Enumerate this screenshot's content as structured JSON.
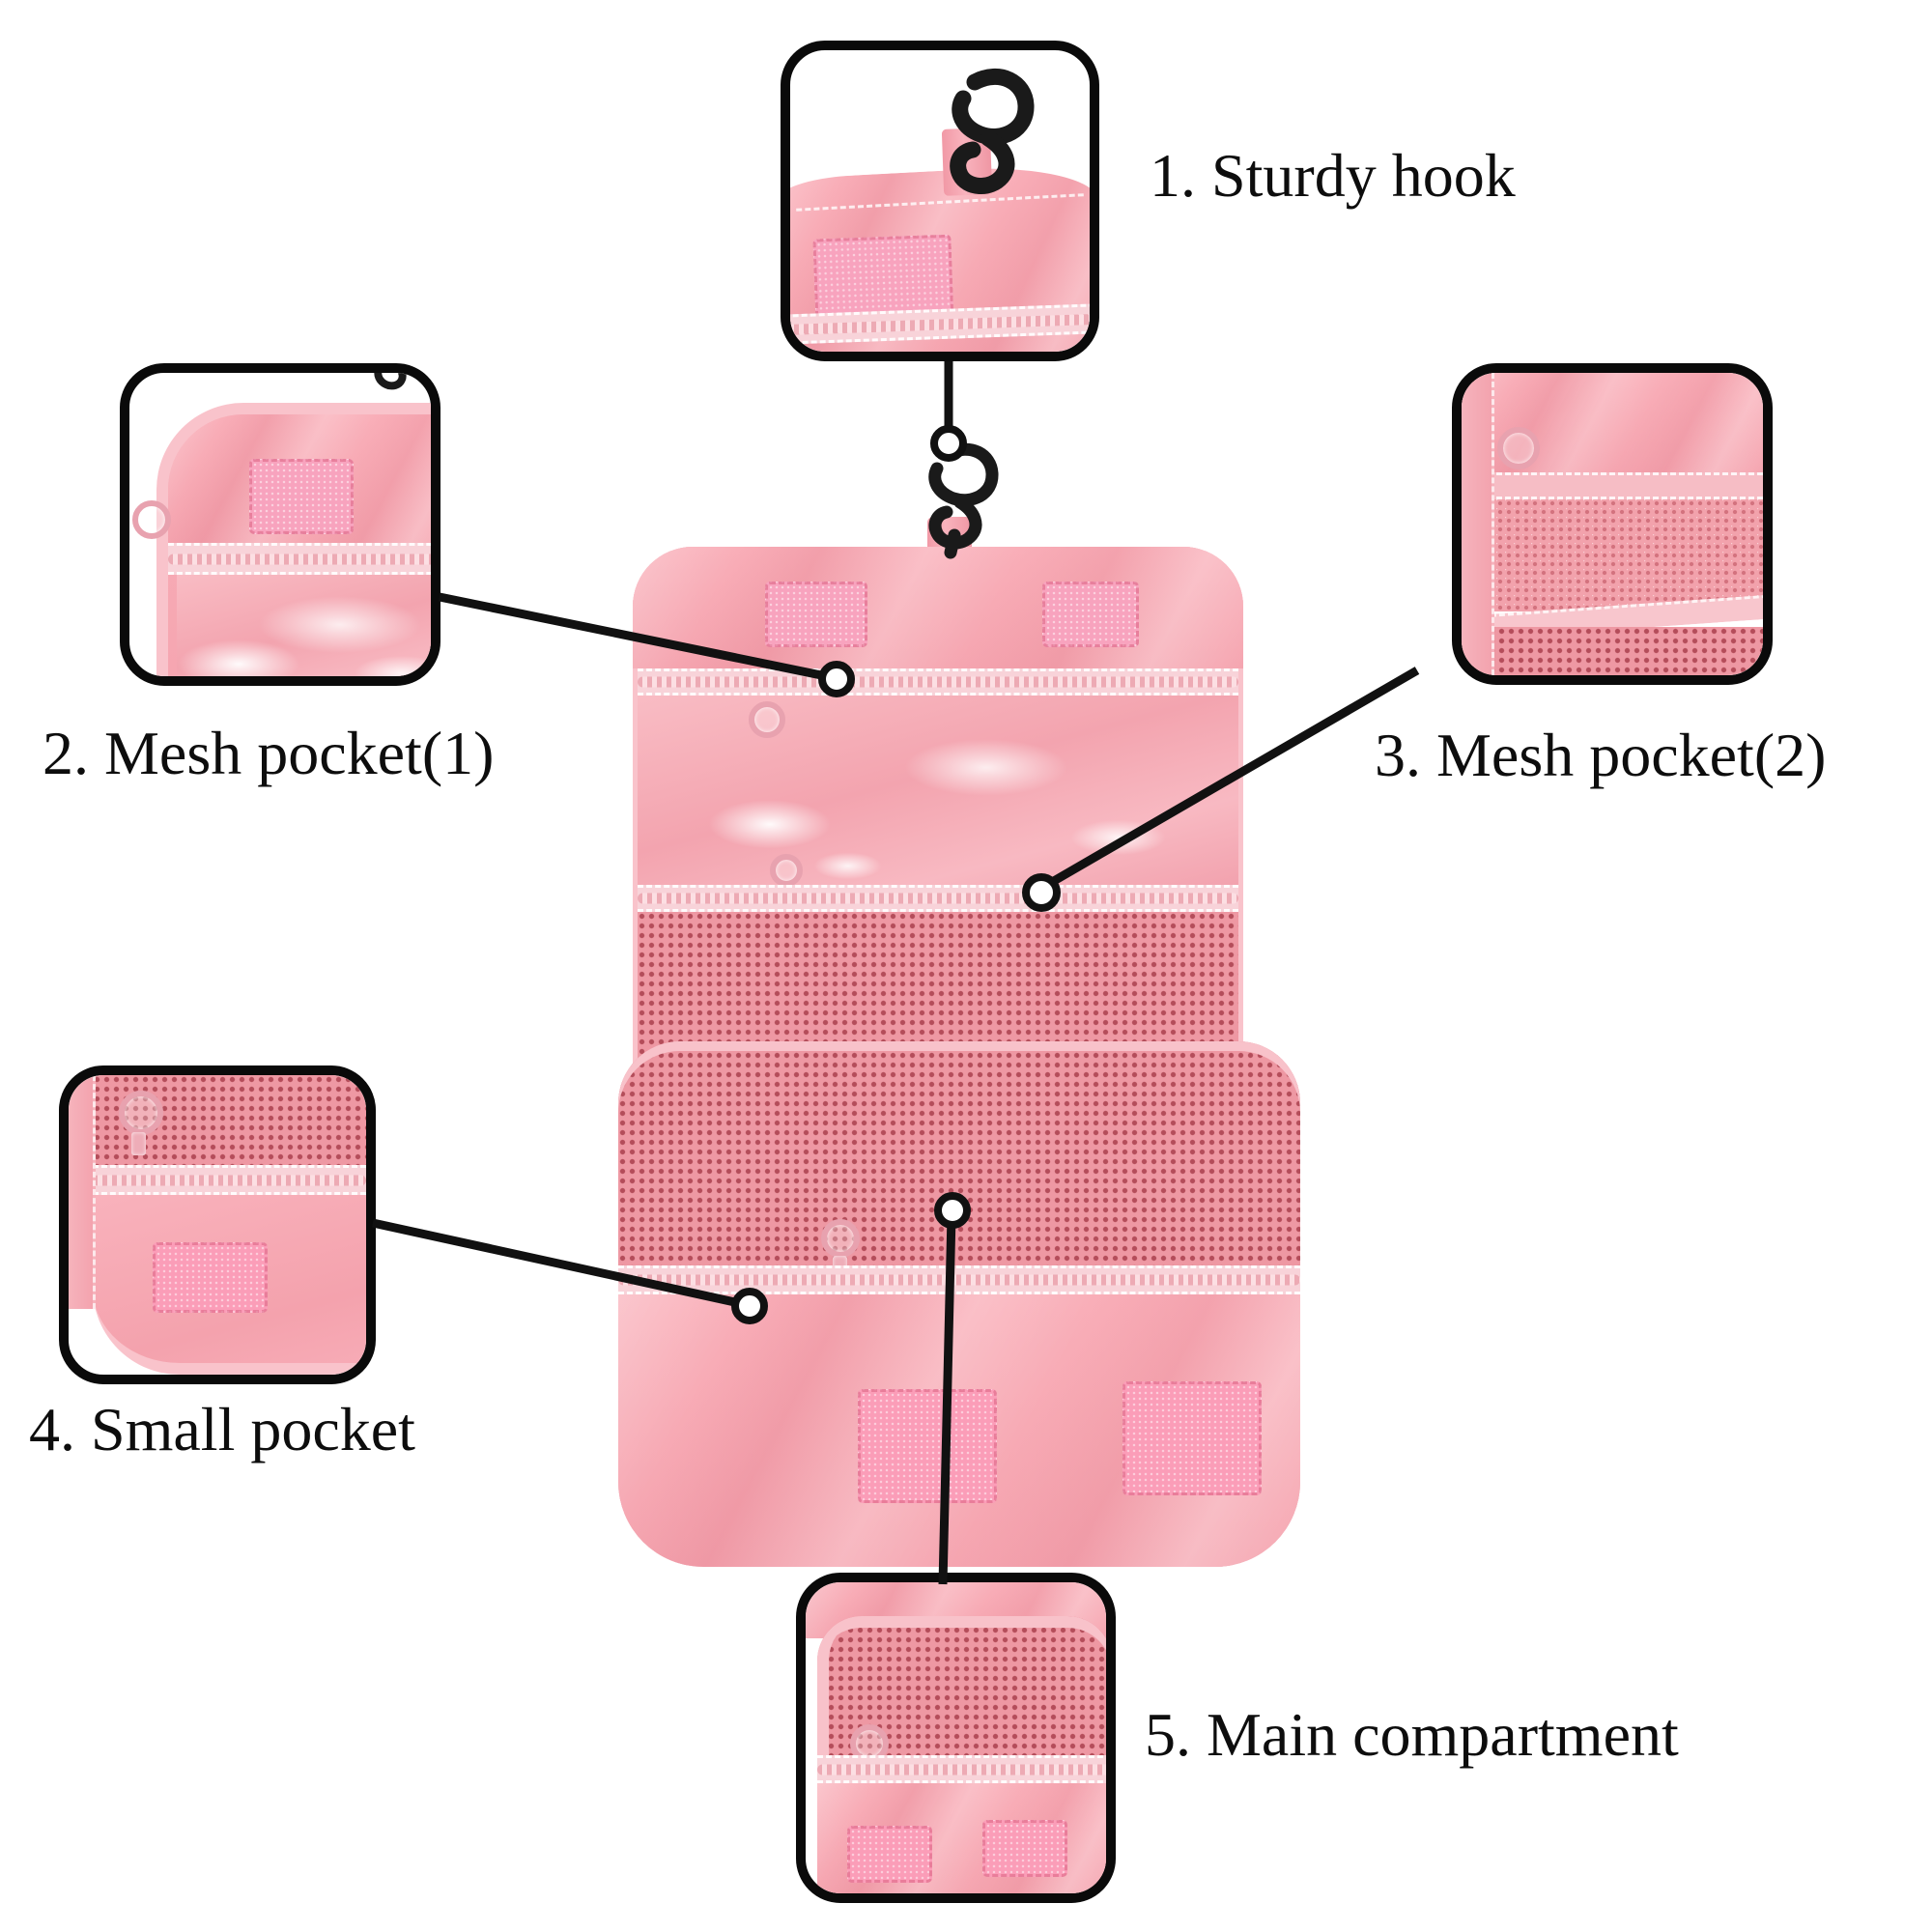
{
  "diagram": {
    "kind": "product-feature-callout-diagram",
    "product": "Pink hanging travel toiletry organizer bag, shown open"
  },
  "callouts": [
    {
      "number": "1",
      "label": "1. Sturdy hook"
    },
    {
      "number": "2",
      "label": "2. Mesh pocket(1)"
    },
    {
      "number": "3",
      "label": "3. Mesh pocket(2)"
    },
    {
      "number": "4",
      "label": "4. Small pocket"
    },
    {
      "number": "5",
      "label": "5. Main compartment"
    }
  ],
  "colors": {
    "background": "#ffffff",
    "callout_line": "#111111",
    "box_border": "#0a0a0a",
    "label_text": "#0d0d0d",
    "bag_pink": "#f7a7b2",
    "bag_pink_dark": "#ee93a0",
    "bag_pink_light": "#f9c3cb",
    "velcro_pink": "#f8a3be",
    "velcro_bright_pink": "#fb9db8",
    "zipper_tape": "#f8d3d9",
    "hook_black": "#1a1a1a"
  }
}
